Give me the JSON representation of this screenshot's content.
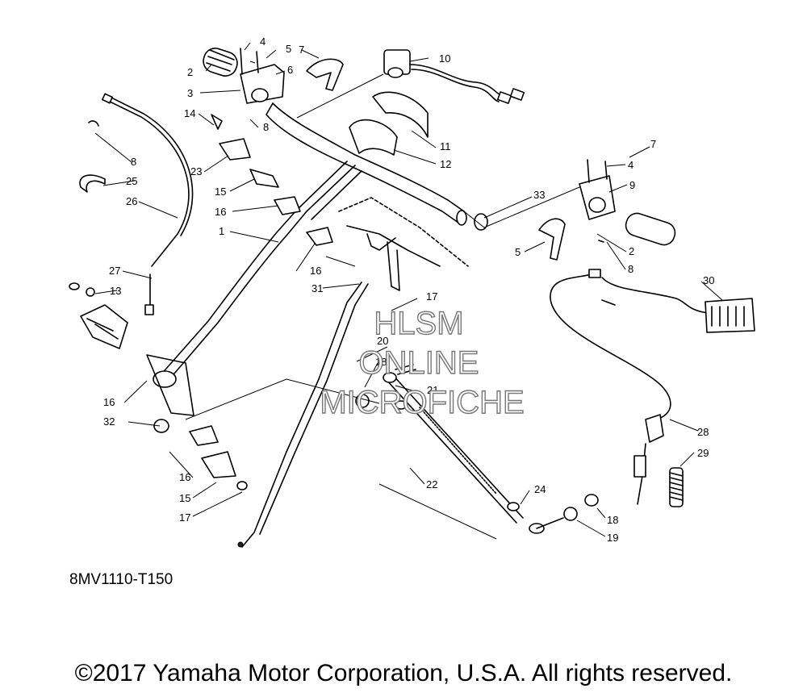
{
  "diagram": {
    "drawing_code": "8MV1110-T150",
    "copyright": "©2017 Yamaha Motor Corporation, U.S.A. All rights reserved.",
    "watermark": [
      "HLSM",
      "ONLINE",
      "MICROFICHE"
    ],
    "callouts": [
      "1",
      "2",
      "2",
      "3",
      "4",
      "4",
      "5",
      "5",
      "6",
      "7",
      "7",
      "8",
      "8",
      "8",
      "9",
      "10",
      "11",
      "12",
      "13",
      "14",
      "15",
      "15",
      "16",
      "16",
      "16",
      "16",
      "17",
      "17",
      "18",
      "18",
      "19",
      "20",
      "21",
      "22",
      "23",
      "24",
      "25",
      "26",
      "27",
      "28",
      "29",
      "30",
      "31",
      "32",
      "33"
    ]
  }
}
